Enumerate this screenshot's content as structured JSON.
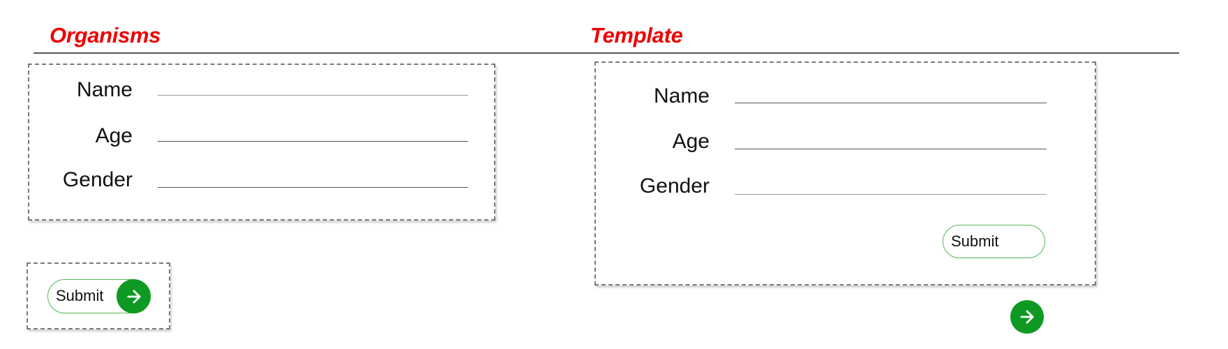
{
  "sections": {
    "organisms": {
      "title": "Organisms"
    },
    "template": {
      "title": "Template"
    }
  },
  "organisms_form": {
    "fields": [
      {
        "label": "Name",
        "value": ""
      },
      {
        "label": "Age",
        "value": ""
      },
      {
        "label": "Gender",
        "value": ""
      }
    ]
  },
  "organisms_button": {
    "label": "Submit",
    "icon": "arrow-right-icon"
  },
  "template_form": {
    "fields": [
      {
        "label": "Name",
        "value": ""
      },
      {
        "label": "Age",
        "value": ""
      },
      {
        "label": "Gender",
        "value": ""
      }
    ],
    "submit_label": "Submit"
  },
  "template_go_button": {
    "icon": "arrow-right-icon"
  },
  "colors": {
    "title_red": "#ee0000",
    "accent_green": "#0e9a22",
    "pill_border_green": "#4fb852",
    "dashed_border": "#7a7a7a",
    "rule": "#555555"
  }
}
